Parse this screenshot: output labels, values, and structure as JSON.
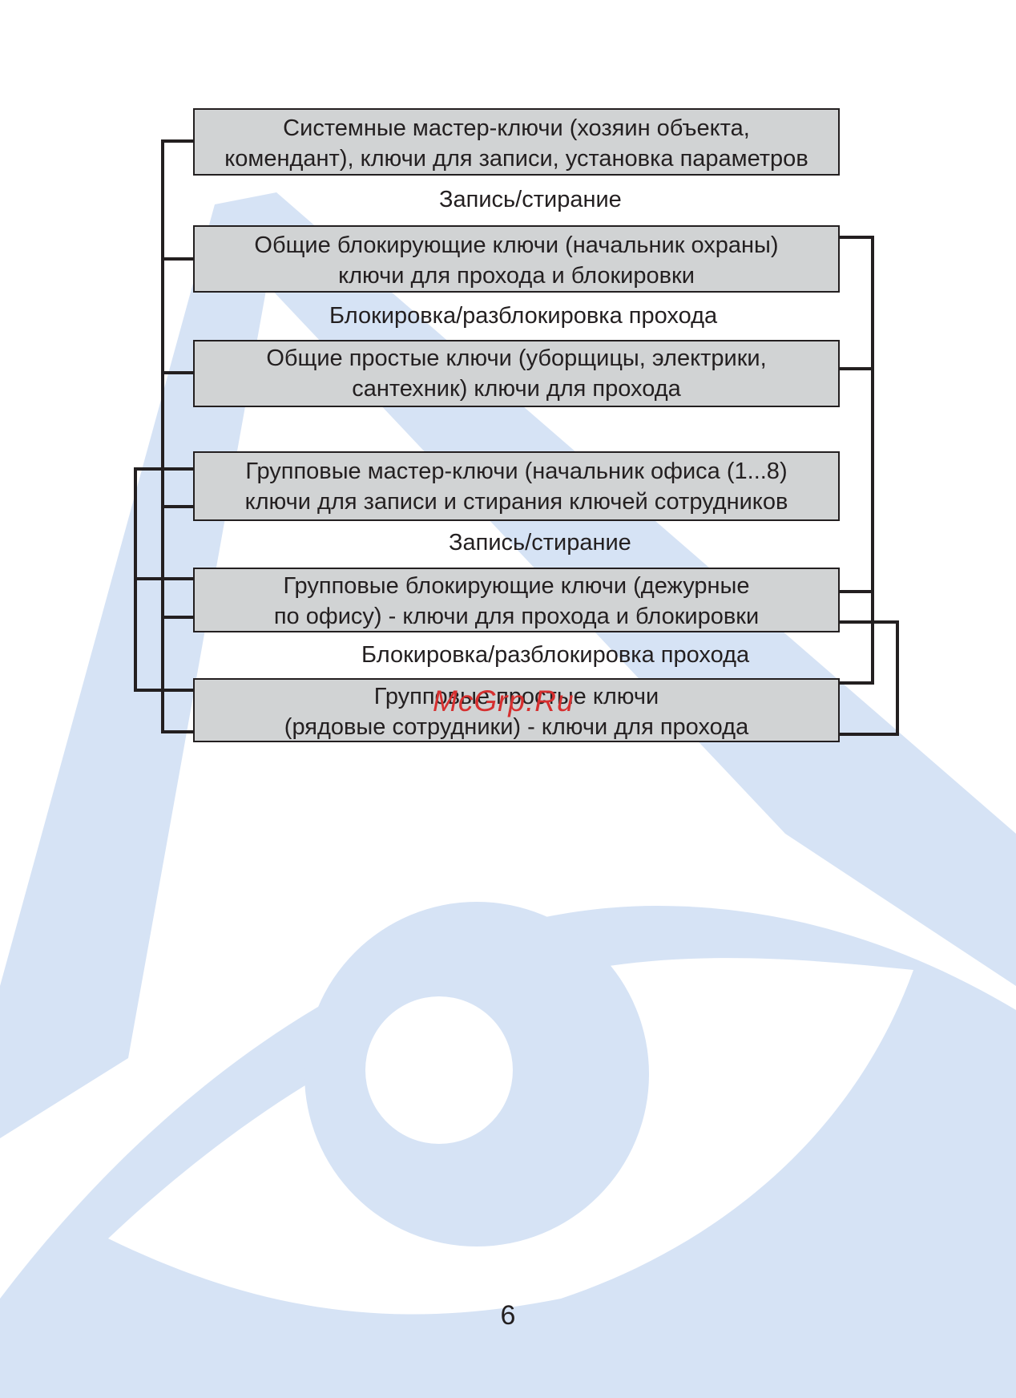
{
  "boxes": [
    {
      "lines": [
        "Системные мастер-ключи (хозяин объекта,",
        "комендант), ключи для записи, установка параметров"
      ]
    },
    {
      "lines": [
        "Общие блокирующие ключи (начальник охраны)",
        "ключи для прохода и блокировки"
      ]
    },
    {
      "lines": [
        "Общие простые ключи (уборщицы, электрики,",
        "сантехник) ключи для прохода"
      ]
    },
    {
      "lines": [
        "Групповые мастер-ключи (начальник офиса (1...8)",
        "ключи для записи и стирания ключей сотрудников"
      ]
    },
    {
      "lines": [
        "Групповые блокирующие ключи (дежурные",
        "по офису) - ключи для прохода и блокировки"
      ]
    },
    {
      "lines": [
        "Групповые простые ключи",
        "(рядовые сотрудники) - ключи для прохода"
      ]
    }
  ],
  "labels": {
    "write_erase_1": "Запись/стирание",
    "block_unblock_1": "Блокировка/разблокировка прохода",
    "write_erase_2": "Запись/стирание",
    "block_unblock_2": "Блокировка/разблокировка прохода"
  },
  "page_number": "6",
  "watermark_text": "McGrp.Ru",
  "colors": {
    "box_fill": "#d1d3d4",
    "line": "#231f20",
    "watermark_eye": "#d6e3f5",
    "stamp": "#d62f2f"
  }
}
